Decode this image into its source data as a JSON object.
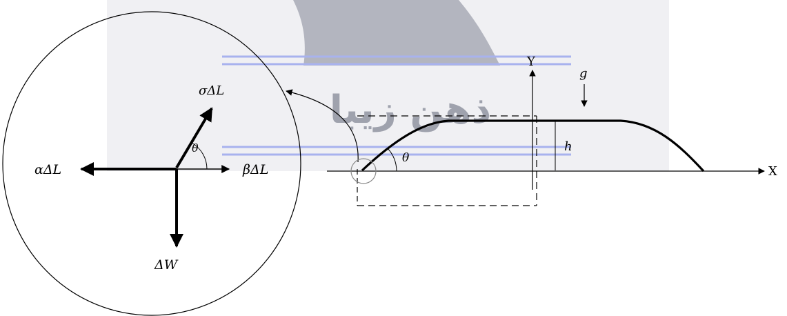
{
  "labels": {
    "sigma_force": "σΔL",
    "alpha_force": "αΔL",
    "beta_force": "βΔL",
    "weight": "ΔW",
    "theta_circle": "θ",
    "theta_slope": "θ",
    "axis_x": "X",
    "axis_y": "Y",
    "gravity": "g",
    "height": "h"
  },
  "watermark": {
    "text": "ذهن زیبا"
  },
  "colors": {
    "ink": "#000000",
    "watermark_panel": "#f0f0f3",
    "watermark_shape": "#b3b5bf",
    "watermark_lines": "#a8b2ee",
    "watermark_text": "#9fa2ad"
  },
  "icons": {
    "gravity_arrow": "down-arrow-icon",
    "axis_arrowheads": "arrowhead-icon"
  }
}
